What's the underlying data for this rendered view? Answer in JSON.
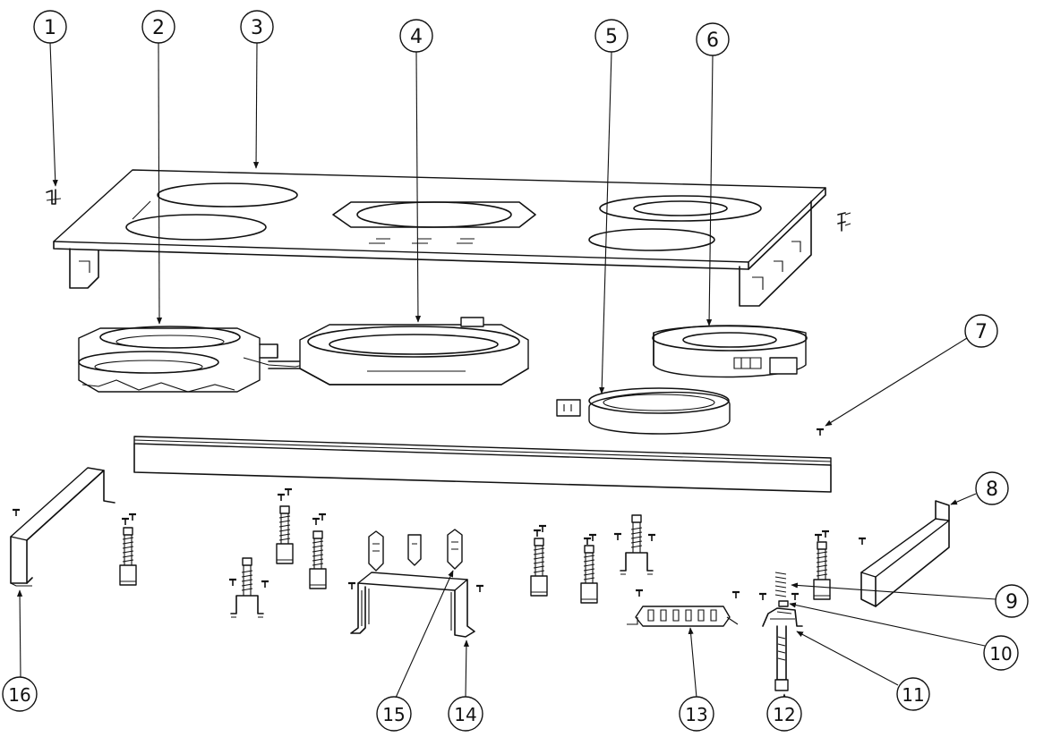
{
  "callouts": [
    {
      "label": "1"
    },
    {
      "label": "2"
    },
    {
      "label": "3"
    },
    {
      "label": "4"
    },
    {
      "label": "5"
    },
    {
      "label": "6"
    },
    {
      "label": "7"
    },
    {
      "label": "8"
    },
    {
      "label": "9"
    },
    {
      "label": "10"
    },
    {
      "label": "11"
    },
    {
      "label": "12"
    },
    {
      "label": "13"
    },
    {
      "label": "14"
    },
    {
      "label": "15"
    },
    {
      "label": "16"
    }
  ],
  "colors": {
    "ink": "#111111",
    "paper": "#ffffff"
  }
}
